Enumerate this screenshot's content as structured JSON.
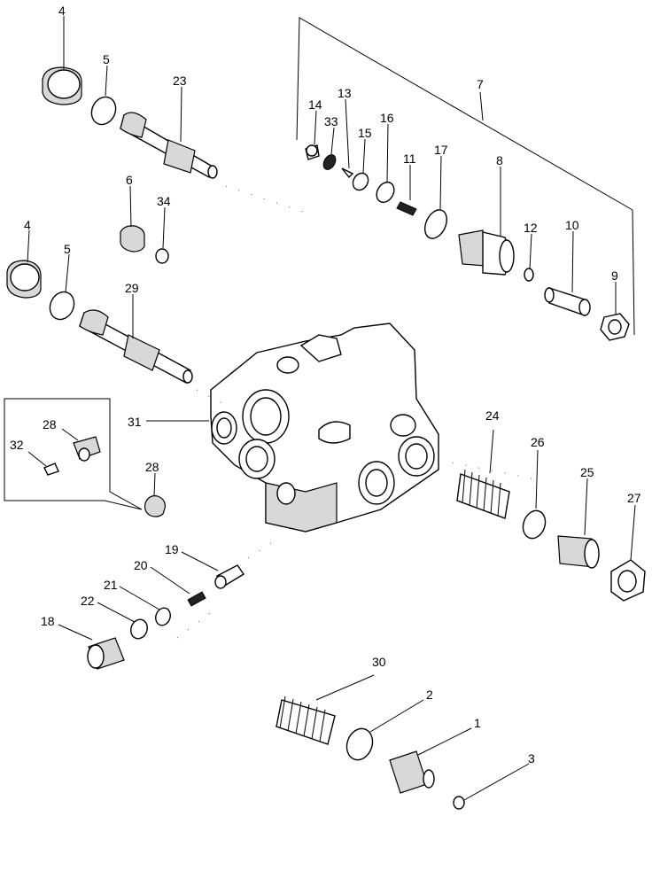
{
  "callouts": [
    "1",
    "2",
    "3",
    "4",
    "4",
    "5",
    "5",
    "6",
    "7",
    "8",
    "9",
    "10",
    "11",
    "12",
    "13",
    "14",
    "15",
    "16",
    "17",
    "18",
    "19",
    "20",
    "21",
    "22",
    "23",
    "24",
    "25",
    "26",
    "27",
    "28",
    "28",
    "29",
    "30",
    "31",
    "32",
    "33",
    "34"
  ]
}
